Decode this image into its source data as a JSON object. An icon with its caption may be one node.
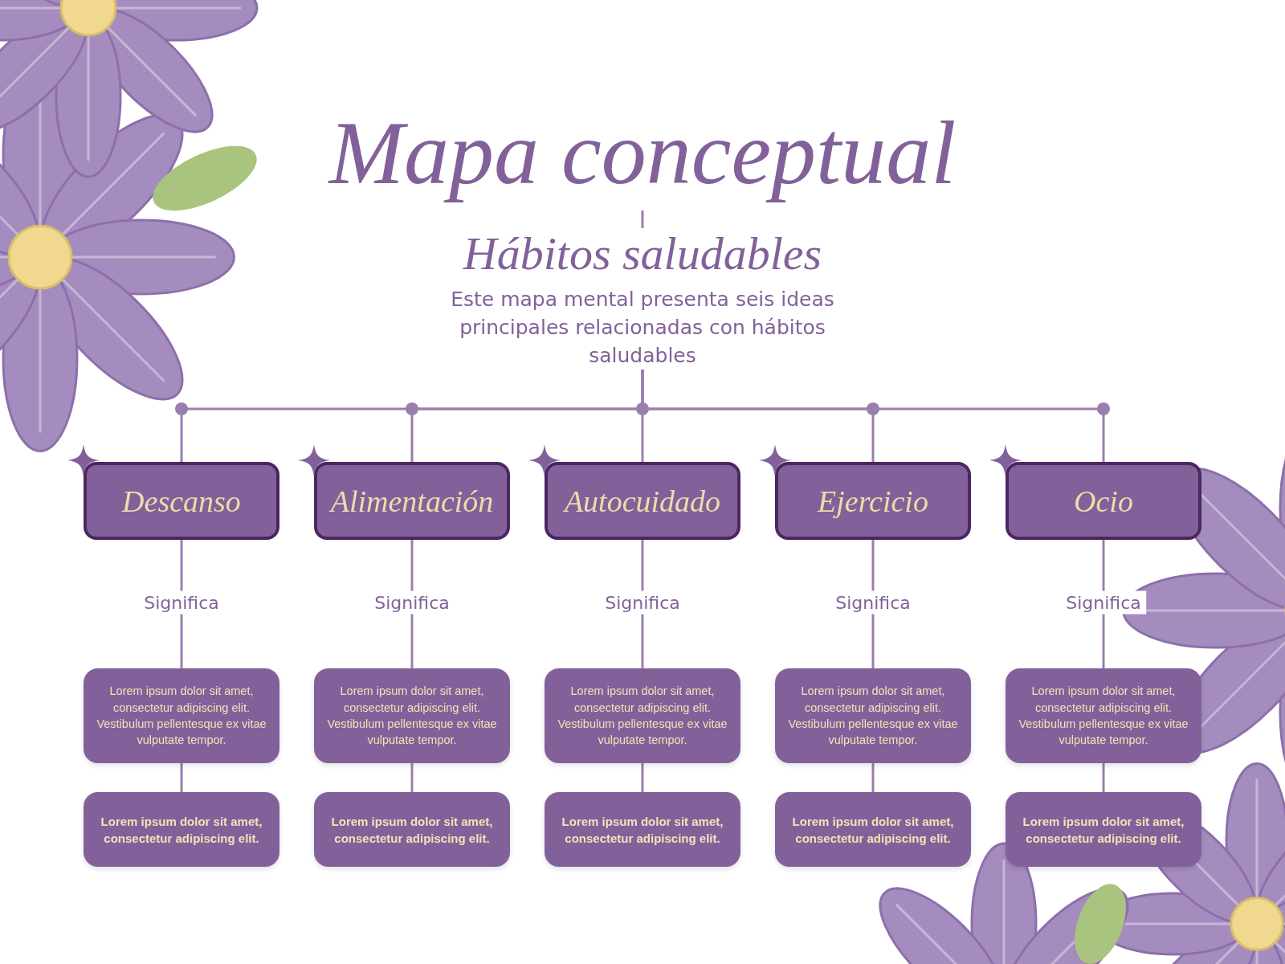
{
  "diagram": {
    "nodes": [
      {
        "text": [
          "Mapa conceptual"
        ]
      },
      {
        "text": [
          "Hábitos saludables",
          "Este mapa mental presenta seis ideas principales relacionadas con hábitos saludables"
        ]
      },
      {
        "text": [
          "Descanso"
        ]
      },
      {
        "text": [
          "Alimentación"
        ]
      },
      {
        "text": [
          "Autocuidado"
        ]
      },
      {
        "text": [
          "Ejercicio"
        ]
      },
      {
        "text": [
          "Ocio"
        ]
      },
      {
        "text": [
          "Lorem ipsum dolor sit amet, consectetur adipiscing elit. Vestibulum pellentesque ex vitae vulputate tempor."
        ]
      },
      {
        "text": [
          "Lorem ipsum dolor sit amet, consectetur adipiscing elit. Vestibulum pellentesque ex vitae vulputate tempor."
        ]
      },
      {
        "text": [
          "Lorem ipsum dolor sit amet, consectetur adipiscing elit. Vestibulum pellentesque ex vitae vulputate tempor."
        ]
      },
      {
        "text": [
          "Lorem ipsum dolor sit amet, consectetur adipiscing elit. Vestibulum pellentesque ex vitae vulputate tempor."
        ]
      },
      {
        "text": [
          "Lorem ipsum dolor sit amet, consectetur adipiscing elit. Vestibulum pellentesque ex vitae vulputate tempor."
        ]
      },
      {
        "text": [
          "Lorem ipsum dolor sit amet, consectetur adipiscing elit."
        ]
      },
      {
        "text": [
          "Lorem ipsum dolor sit amet, consectetur adipiscing elit."
        ]
      },
      {
        "text": [
          "Lorem ipsum dolor sit amet, consectetur adipiscing elit."
        ]
      },
      {
        "text": [
          "Lorem ipsum dolor sit amet, consectetur adipiscing elit."
        ]
      },
      {
        "text": [
          "Lorem ipsum dolor sit amet, consectetur adipiscing elit."
        ]
      }
    ],
    "edges": [
      {
        "from": 0,
        "to": 1,
        "arrow": "none"
      },
      {
        "from": 1,
        "to": 2,
        "arrow": "none"
      },
      {
        "from": 1,
        "to": 3,
        "arrow": "none"
      },
      {
        "from": 1,
        "to": 4,
        "arrow": "none"
      },
      {
        "from": 1,
        "to": 5,
        "arrow": "none"
      },
      {
        "from": 1,
        "to": 6,
        "arrow": "none"
      },
      {
        "from": 2,
        "to": 7,
        "label": "Significa",
        "arrow": "none"
      },
      {
        "from": 3,
        "to": 8,
        "label": "Significa",
        "arrow": "none"
      },
      {
        "from": 4,
        "to": 9,
        "label": "Significa",
        "arrow": "none"
      },
      {
        "from": 5,
        "to": 10,
        "label": "Significa",
        "arrow": "none"
      },
      {
        "from": 6,
        "to": 11,
        "label": "Significa",
        "arrow": "none"
      },
      {
        "from": 7,
        "to": 12,
        "arrow": "none"
      },
      {
        "from": 8,
        "to": 13,
        "arrow": "none"
      },
      {
        "from": 9,
        "to": 14,
        "arrow": "none"
      },
      {
        "from": 10,
        "to": 15,
        "arrow": "none"
      },
      {
        "from": 11,
        "to": 16,
        "arrow": "none"
      }
    ]
  }
}
